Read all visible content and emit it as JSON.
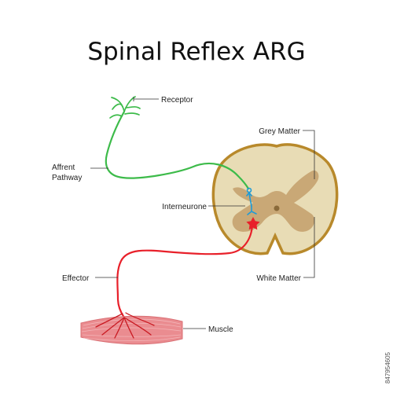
{
  "title": "Spinal Reflex ARG",
  "labels": {
    "receptor": "Receptor",
    "grey_matter": "Grey Matter",
    "affrent_line1": "Affrent",
    "affrent_line2": "Pathway",
    "interneurone": "Interneurone",
    "effector": "Effector",
    "white_matter": "White Matter",
    "muscle": "Muscle"
  },
  "stock_id": "847954605",
  "colors": {
    "white_matter": "#E8DCB5",
    "white_matter_edge": "#B8892B",
    "grey_matter": "#C9A876",
    "afferent": "#3DBB4A",
    "efferent": "#E8202A",
    "interneurone": "#1E9BD7",
    "muscle": "#EA8C90"
  }
}
